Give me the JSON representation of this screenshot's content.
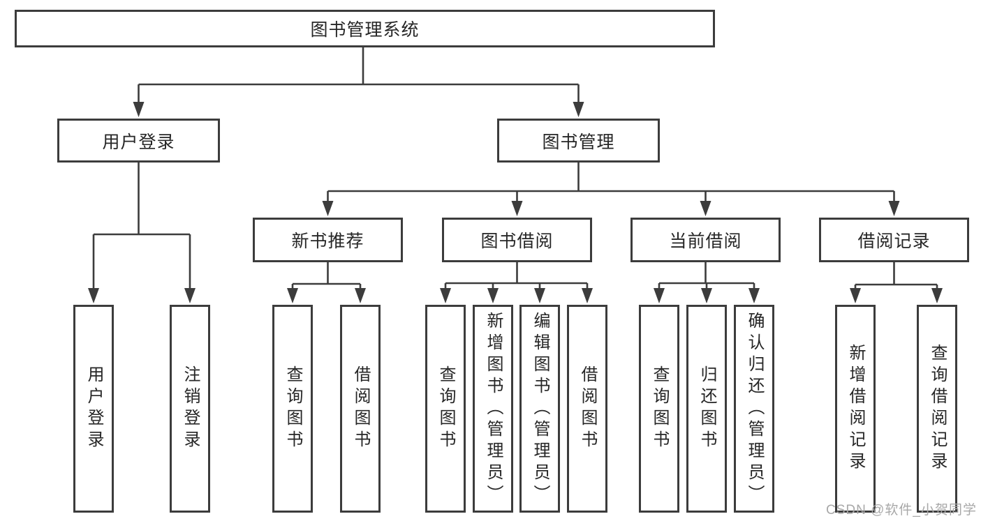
{
  "colors": {
    "line": "#3c3c3c",
    "text": "#262626",
    "watermark": "#a8a8a8",
    "background": "#ffffff"
  },
  "watermark": "CSDN @软件_小贺同学",
  "diagram": {
    "type": "hierarchy-tree",
    "root": "图书管理系统",
    "branches": [
      {
        "label": "用户登录",
        "children": [
          "用户登录",
          "注销登录"
        ]
      },
      {
        "label": "图书管理",
        "groups": [
          {
            "label": "新书推荐",
            "children": [
              "查询图书",
              "借阅图书"
            ]
          },
          {
            "label": "图书借阅",
            "children": [
              "查询图书",
              "新增图书（管理员）",
              "编辑图书（管理员）",
              "借阅图书"
            ]
          },
          {
            "label": "当前借阅",
            "children": [
              "查询图书",
              "归还图书",
              "确认归还（管理员）"
            ]
          },
          {
            "label": "借阅记录",
            "children": [
              "新增借阅记录",
              "查询借阅记录"
            ]
          }
        ]
      }
    ]
  }
}
